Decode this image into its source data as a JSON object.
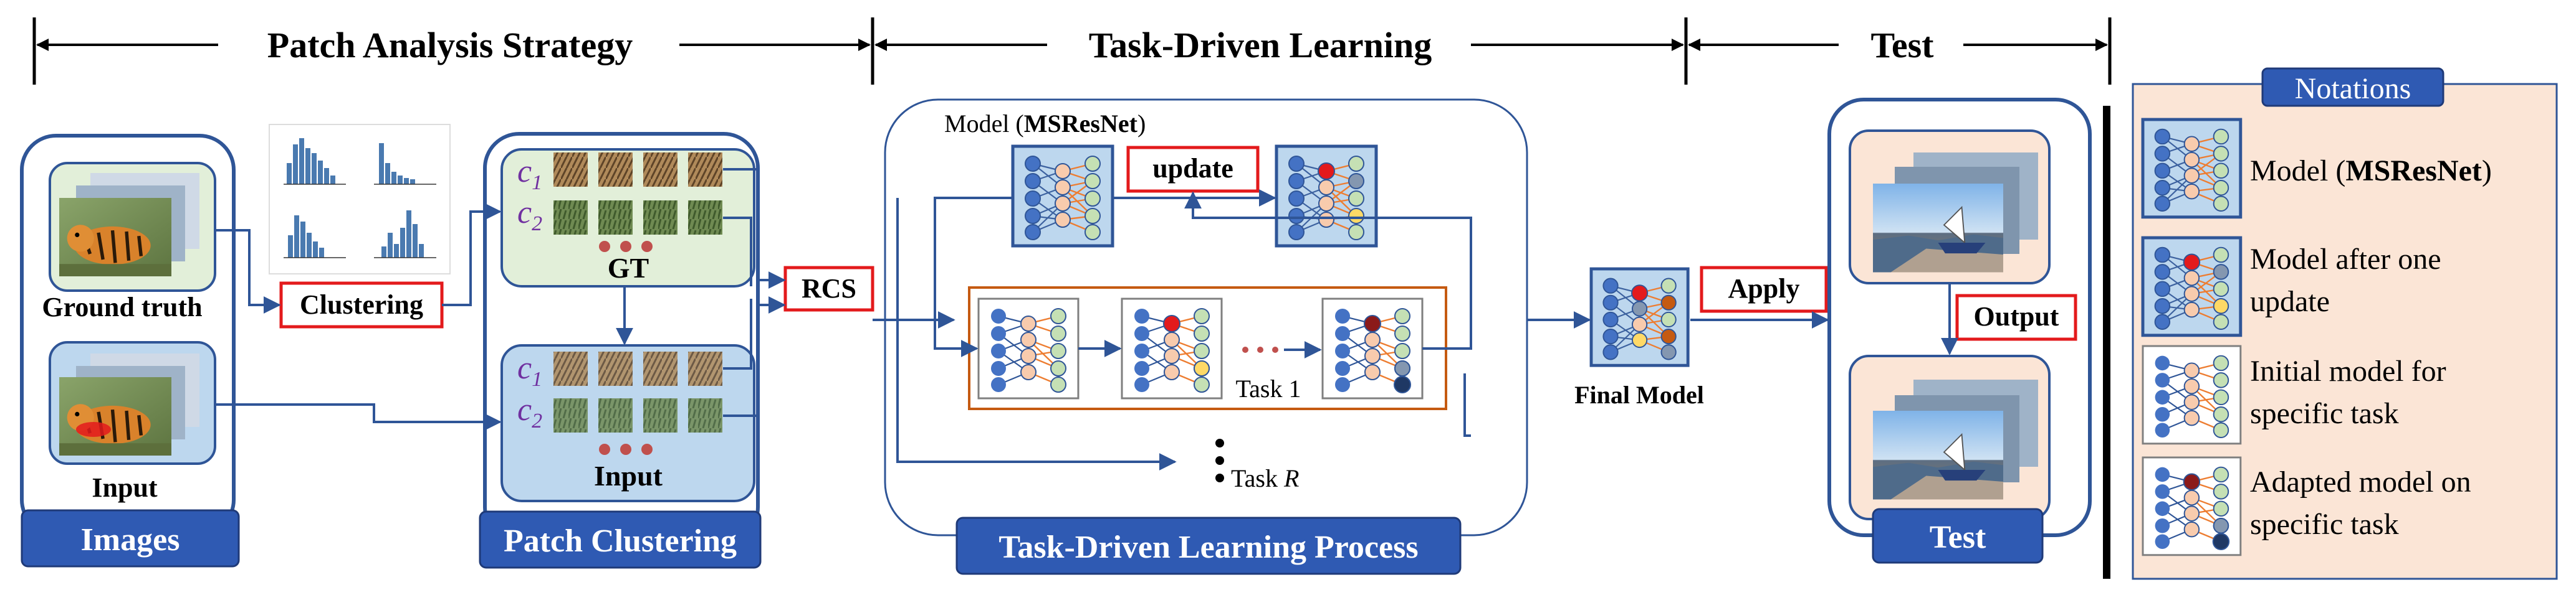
{
  "header": {
    "phase_patch": "Patch Analysis Strategy",
    "phase_task": "Task-Driven Learning",
    "phase_test": "Test"
  },
  "images_stage": {
    "ground_truth_label": "Ground truth",
    "input_label": "Input",
    "footer": "Images",
    "clustering_label": "Clustering"
  },
  "patch_stage": {
    "c1": "c",
    "c1_sub": "1",
    "c2": "c",
    "c2_sub": "2",
    "gt_label": "GT",
    "input_label": "Input",
    "footer": "Patch Clustering",
    "rcs_label": "RCS"
  },
  "task_stage": {
    "model_prefix": "Model (",
    "model_name": "MSResNet",
    "model_suffix": ")",
    "update_label": "update",
    "task1_label": "Task 1",
    "taskR_prefix": "Task ",
    "taskR_var": "R",
    "footer": "Task-Driven Learning Process",
    "final_model_label": "Final Model",
    "apply_label": "Apply"
  },
  "test_stage": {
    "output_label": "Output",
    "footer": "Test"
  },
  "notations": {
    "title": "Notations",
    "model_prefix": "Model (",
    "model_name": "MSResNet",
    "model_suffix": ")",
    "after_update_l1": "Model after one",
    "after_update_l2": "update",
    "initial_l1": "Initial model for",
    "initial_l2": "specific task",
    "adapted_l1": "Adapted model on",
    "adapted_l2": "specific task"
  },
  "colors": {
    "frame": "#2f5597",
    "box_blue": "#4472c4",
    "light_blue": "#bdd7ee",
    "light_green": "#e2efd9",
    "peach": "#fbe5d6",
    "red": "#e31a1c",
    "dark_red": "#8b1a1a",
    "yellow": "#ffd966",
    "orange_arrow": "#ed7d31"
  },
  "icons": [
    "histogram-icon",
    "network-icon",
    "photo-stack-icon",
    "patch-thumbnail-icon"
  ]
}
